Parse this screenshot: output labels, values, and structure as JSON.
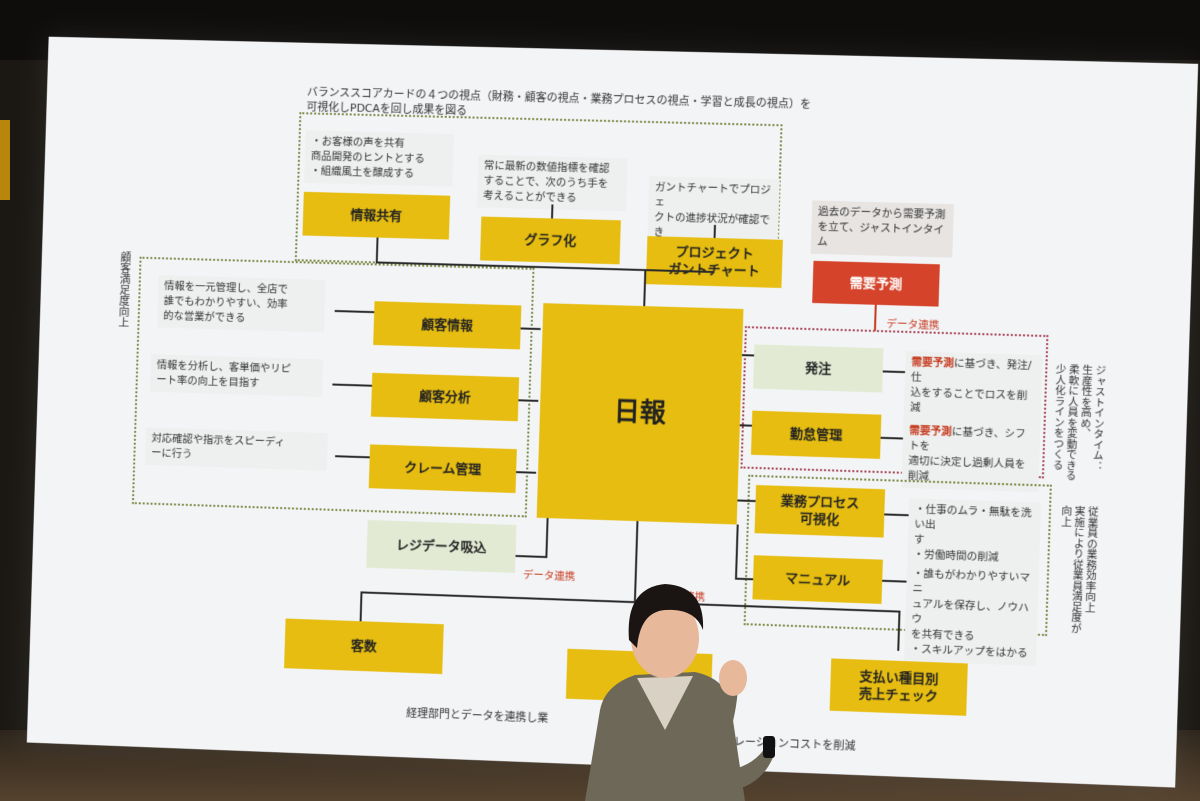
{
  "slide": {
    "header_line1": "バランススコアカードの４つの視点（財務・顧客の視点・業務プロセスの視点・学習と成長の視点）を",
    "header_line2": "可視化しPDCAを回し成果を図る",
    "center": "日報",
    "top": {
      "boxes": [
        "情報共有",
        "グラフ化",
        "プロジェクト\nガントチャート"
      ],
      "notes": [
        "・お客様の声を共有\n商品開発のヒントとする\n・組織風土を醸成する",
        "常に最新の数値指標を確認\nすることで、次のうち手を\n考えることができる",
        "ガントチャートでプロジェ\nクトの進捗状況が確認でき\nる"
      ]
    },
    "forecast": {
      "note": "過去のデータから需要予測\nを立て、ジャストインタイ\nム",
      "box": "需要予測",
      "link_label": "データ連携"
    },
    "left": {
      "side_label": "顧客満足度向上",
      "boxes": [
        "顧客情報",
        "顧客分析",
        "クレーム管理"
      ],
      "notes": [
        "情報を一元管理し、全店で\n誰でもわかりやすい、効率\n的な営業ができる",
        "情報を分析し、客単価やリピ\nート率の向上を目指す",
        "対応確認や指示をスピーディ\nーに行う"
      ]
    },
    "register": {
      "box": "レジデータ吸込",
      "link_label": "データ連携"
    },
    "right_top": {
      "boxes": [
        "発注",
        "勤怠管理"
      ],
      "notes": [
        {
          "em": "需要予測",
          "rest": "に基づき、発注/仕\n込をすることでロスを削減"
        },
        {
          "em": "需要予測",
          "rest": "に基づき、シフトを\n適切に決定し過剰人員を削減"
        }
      ],
      "side_label": "ジャストインタイム：\n生産性を高め、\n柔軟に人員を変動できる\n少人化ラインをつくる"
    },
    "right_bottom": {
      "boxes": [
        "業務プロセス\n可視化",
        "マニュアル"
      ],
      "notes": [
        "・仕事のムラ・無駄を洗い出\nす\n・労働時間の削減",
        "・誰もがわかりやすいマニ\nュアルを保存し、ノウハウ\nを共有できる\n・スキルアップをはかる"
      ],
      "side_label": "従業員の業務効率向上\n実施により従業員満足度が\n向上"
    },
    "bottom": {
      "boxes": [
        "客数",
        "",
        "支払い種目別\n売上チェック"
      ],
      "link_label": "連携",
      "footer_left": "経理部門とデータを連携し業",
      "footer_right": "らしオペレーションコストを削減"
    }
  },
  "colors": {
    "yellow": "#e6bd10",
    "green": "#e2ead4",
    "red": "#d4432a",
    "screen": "#f3f4f6"
  }
}
